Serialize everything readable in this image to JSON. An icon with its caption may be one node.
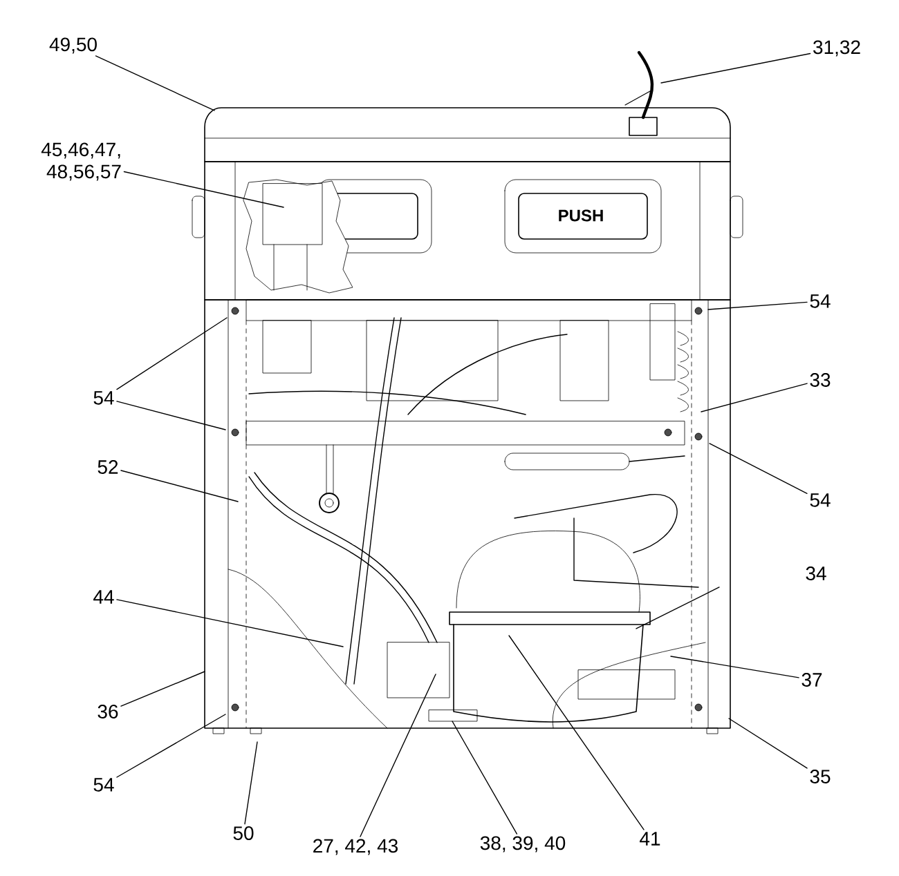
{
  "diagram": {
    "nodes": [
      {
        "text": [
          "49,50"
        ]
      },
      {
        "text": [
          "31,32"
        ]
      },
      {
        "text": [
          "45,46,47, 48,56,57"
        ]
      },
      {
        "text": [
          "54"
        ]
      },
      {
        "text": [
          "54"
        ]
      },
      {
        "text": [
          "33"
        ]
      },
      {
        "text": [
          "52"
        ]
      },
      {
        "text": [
          "54"
        ]
      },
      {
        "text": [
          "44"
        ]
      },
      {
        "text": [
          "37"
        ]
      },
      {
        "text": [
          "36"
        ]
      },
      {
        "text": [
          "54"
        ]
      },
      {
        "text": [
          "35"
        ]
      },
      {
        "text": [
          "50"
        ]
      },
      {
        "text": [
          "27, 42, 43"
        ]
      },
      {
        "text": [
          "38, 39, 40"
        ]
      },
      {
        "text": [
          "41"
        ]
      }
    ],
    "edges": [
      {
        "from": 0,
        "to": null,
        "arrow": "none"
      },
      {
        "from": 1,
        "to": null,
        "arrow": "none"
      },
      {
        "from": 2,
        "to": null,
        "arrow": "none"
      },
      {
        "from": 3,
        "to": null,
        "arrow": "none"
      },
      {
        "from": 4,
        "to": null,
        "arrow": "none"
      },
      {
        "from": 4,
        "to": null,
        "arrow": "none"
      },
      {
        "from": 5,
        "to": null,
        "arrow": "none"
      },
      {
        "from": 6,
        "to": null,
        "arrow": "none"
      },
      {
        "from": 7,
        "to": null,
        "arrow": "none"
      },
      {
        "from": 8,
        "to": null,
        "arrow": "none"
      },
      {
        "from": 9,
        "to": null,
        "arrow": "none"
      },
      {
        "from": 10,
        "to": null,
        "arrow": "none"
      },
      {
        "from": 11,
        "to": null,
        "arrow": "none"
      },
      {
        "from": 12,
        "to": null,
        "arrow": "none"
      },
      {
        "from": 13,
        "to": null,
        "arrow": "none"
      },
      {
        "from": 14,
        "to": null,
        "arrow": "none"
      },
      {
        "from": 15,
        "to": null,
        "arrow": "none"
      },
      {
        "from": 16,
        "to": null,
        "arrow": "none"
      }
    ],
    "labels": [
      "PUSH",
      "34"
    ]
  }
}
